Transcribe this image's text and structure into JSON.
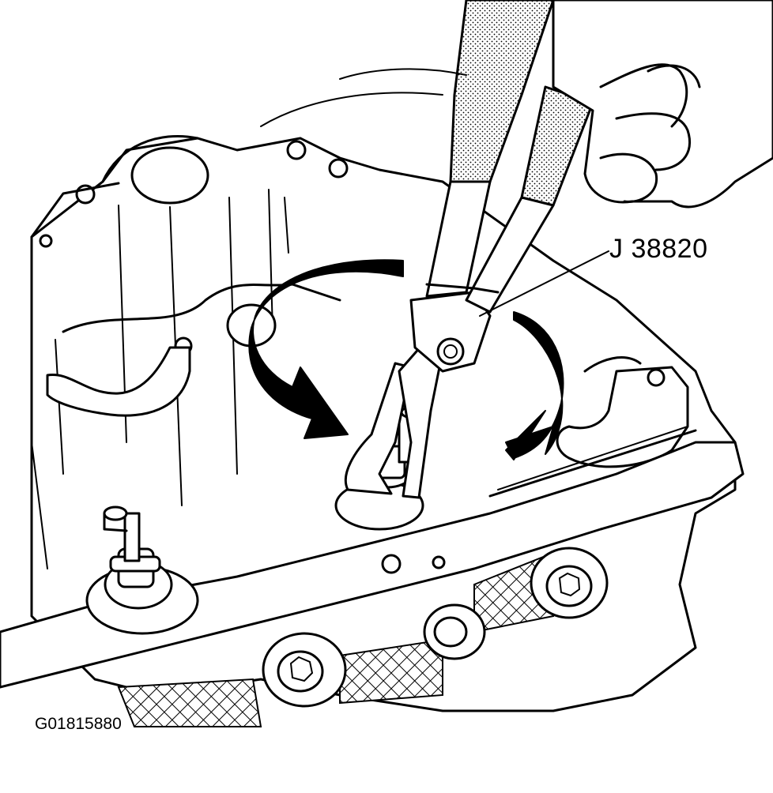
{
  "figure": {
    "tool_label": "J 38820",
    "figure_id": "G01815880"
  },
  "colors": {
    "ink": "#000000",
    "paper": "#ffffff"
  },
  "icons": [
    "rotation-arrow-left",
    "rotation-arrow-right"
  ]
}
